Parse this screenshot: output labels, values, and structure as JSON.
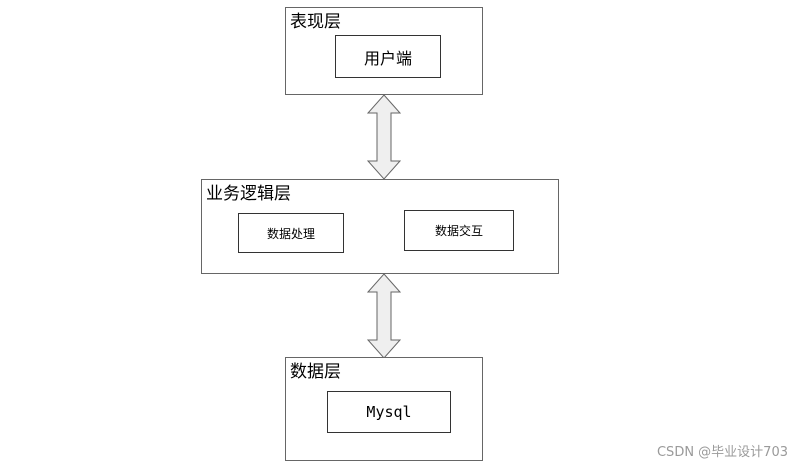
{
  "presentation_layer": {
    "title": "表现层",
    "component": "用户端"
  },
  "business_layer": {
    "title": "业务逻辑层",
    "components": [
      "数据处理",
      "数据交互"
    ]
  },
  "data_layer": {
    "title": "数据层",
    "component": "Mysql"
  },
  "connectors": [
    {
      "from": "表现层",
      "to": "业务逻辑层",
      "direction": "bidirectional"
    },
    {
      "from": "业务逻辑层",
      "to": "数据层",
      "direction": "bidirectional"
    }
  ],
  "watermark": "CSDN @毕业设计703"
}
